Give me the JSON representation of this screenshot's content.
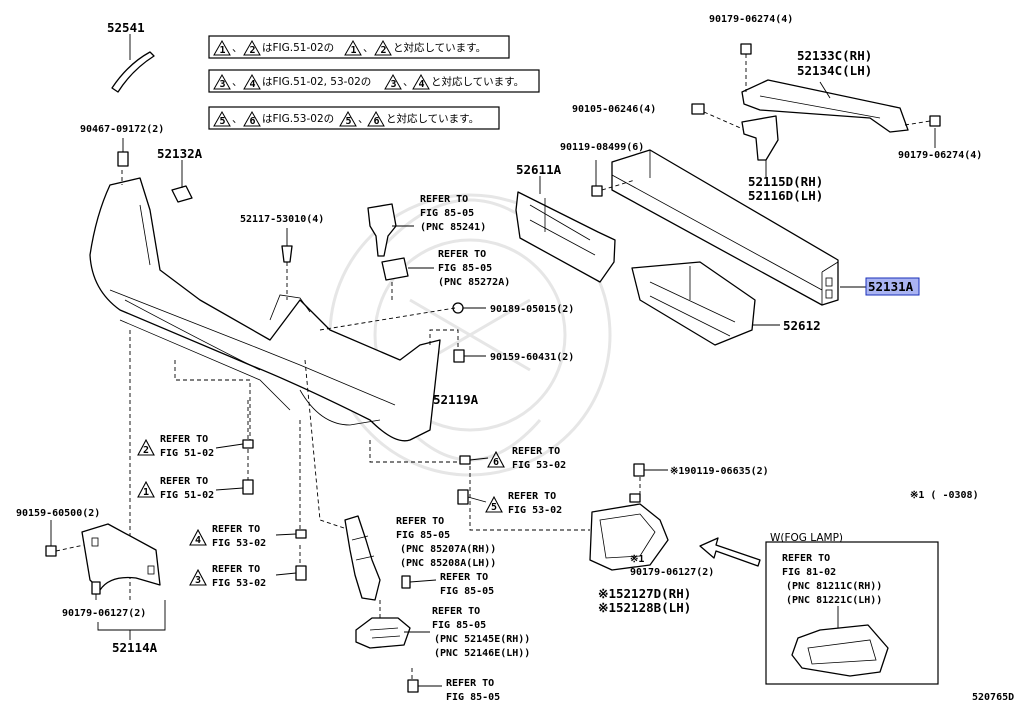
{
  "diagram_id": "520765D",
  "notes": [
    {
      "a": "1",
      "b": "2",
      "text": "はFIG.51-02の",
      "tail": "と対応しています。"
    },
    {
      "a": "3",
      "b": "4",
      "text": "はFIG.51-02, 53-02の",
      "tail": "と対応しています。"
    },
    {
      "a": "5",
      "b": "6",
      "text": "はFIG.53-02の",
      "tail": "と対応しています。"
    }
  ],
  "footnote": "※1 (   -0308)",
  "fog_lamp_title": "W(FOG LAMP)",
  "parts": {
    "p52541": "52541",
    "p90467": "90467-09172(2)",
    "p52132A": "52132A",
    "p52117": "52117-53010(4)",
    "p52611A": "52611A",
    "p90119": "90119-08499(6)",
    "p90179top": "90179-06274(4)",
    "p52133C": "52133C(RH)",
    "p52134C": "52134C(LH)",
    "p90105": "90105-06246(4)",
    "p90179right": "90179-06274(4)",
    "p52115D": "52115D(RH)",
    "p52116D": "52116D(LH)",
    "p52131A": "52131A",
    "p52612": "52612",
    "p90189": "90189-05015(2)",
    "p90159a": "90159-60431(2)",
    "p52119A": "52119A",
    "p190119": "※190119-06635(2)",
    "p90159b": "90159-60500(2)",
    "p90179c": "90179-06127(2)",
    "p52114A": "52114A",
    "p90179d": "90179-06127(2)",
    "p52127D": "※152127D(RH)",
    "p52128B": "※152128B(LH)",
    "x1mark": "※1"
  },
  "refers": {
    "r1": {
      "l1": "REFER TO",
      "l2": "FIG 85-05",
      "l3": "(PNC 85241)"
    },
    "r2": {
      "l1": "REFER TO",
      "l2": "FIG 85-05",
      "l3": "(PNC 85272A)"
    },
    "r3": {
      "num": "2",
      "l1": "REFER TO",
      "l2": "FIG 51-02"
    },
    "r4": {
      "num": "1",
      "l1": "REFER TO",
      "l2": "FIG 51-02"
    },
    "r5": {
      "num": "6",
      "l1": "REFER TO",
      "l2": "FIG 53-02"
    },
    "r6": {
      "num": "5",
      "l1": "REFER TO",
      "l2": "FIG 53-02"
    },
    "r7": {
      "num": "4",
      "l1": "REFER TO",
      "l2": "FIG 53-02"
    },
    "r8": {
      "num": "3",
      "l1": "REFER TO",
      "l2": "FIG 53-02"
    },
    "r9": {
      "l1": "REFER TO",
      "l2": "FIG 85-05",
      "l3": "(PNC 85207A(RH))",
      "l4": "(PNC 85208A(LH))"
    },
    "r10": {
      "l1": "REFER TO",
      "l2": "FIG 85-05"
    },
    "r11": {
      "l1": "REFER TO",
      "l2": "FIG 85-05",
      "l3": "(PNC 52145E(RH))",
      "l4": "(PNC 52146E(LH))"
    },
    "r12": {
      "l1": "REFER TO",
      "l2": "FIG 85-05"
    },
    "r13": {
      "l1": "REFER TO",
      "l2": "FIG 81-02",
      "l3": "(PNC 81211C(RH))",
      "l4": "(PNC 81221C(LH))"
    }
  },
  "highlight_color": "#aab4f2"
}
